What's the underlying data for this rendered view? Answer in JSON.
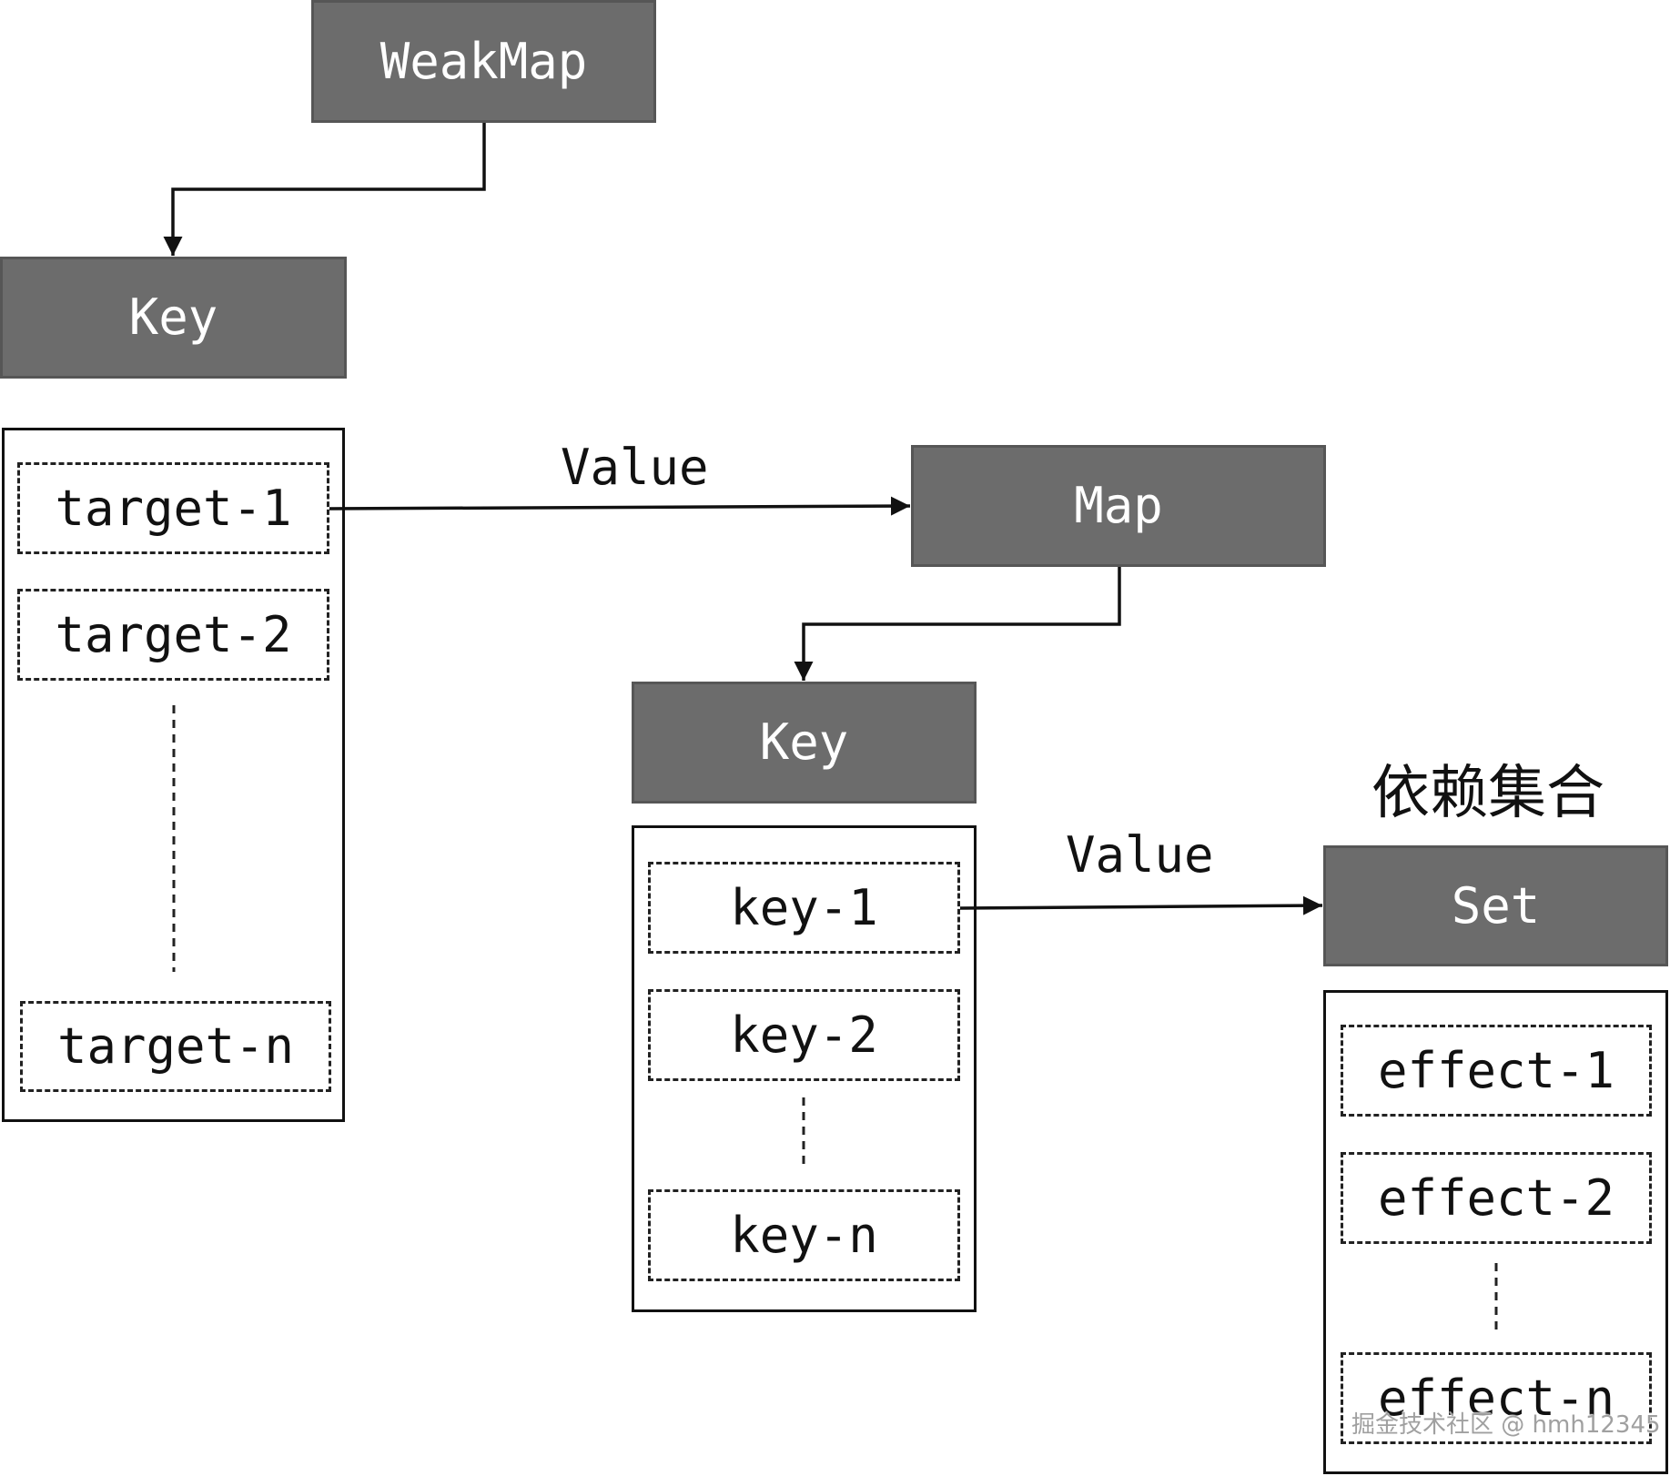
{
  "weakmap": {
    "label": "WeakMap"
  },
  "targets_key": {
    "label": "Key"
  },
  "targets": {
    "items": [
      "target-1",
      "target-2",
      "target-n"
    ]
  },
  "target_value_label": "Value",
  "map": {
    "label": "Map"
  },
  "keys_key": {
    "label": "Key"
  },
  "keys": {
    "items": [
      "key-1",
      "key-2",
      "key-n"
    ]
  },
  "key_value_label": "Value",
  "dep_set_title": "依赖集合",
  "set": {
    "label": "Set"
  },
  "effects": {
    "items": [
      "effect-1",
      "effect-2",
      "effect-n"
    ]
  },
  "watermark": "掘金技术社区 @ hmh12345",
  "colors": {
    "box_fill": "#6c6c6c",
    "box_border": "#565656",
    "box_text": "#ffffff",
    "ink": "#111111"
  }
}
